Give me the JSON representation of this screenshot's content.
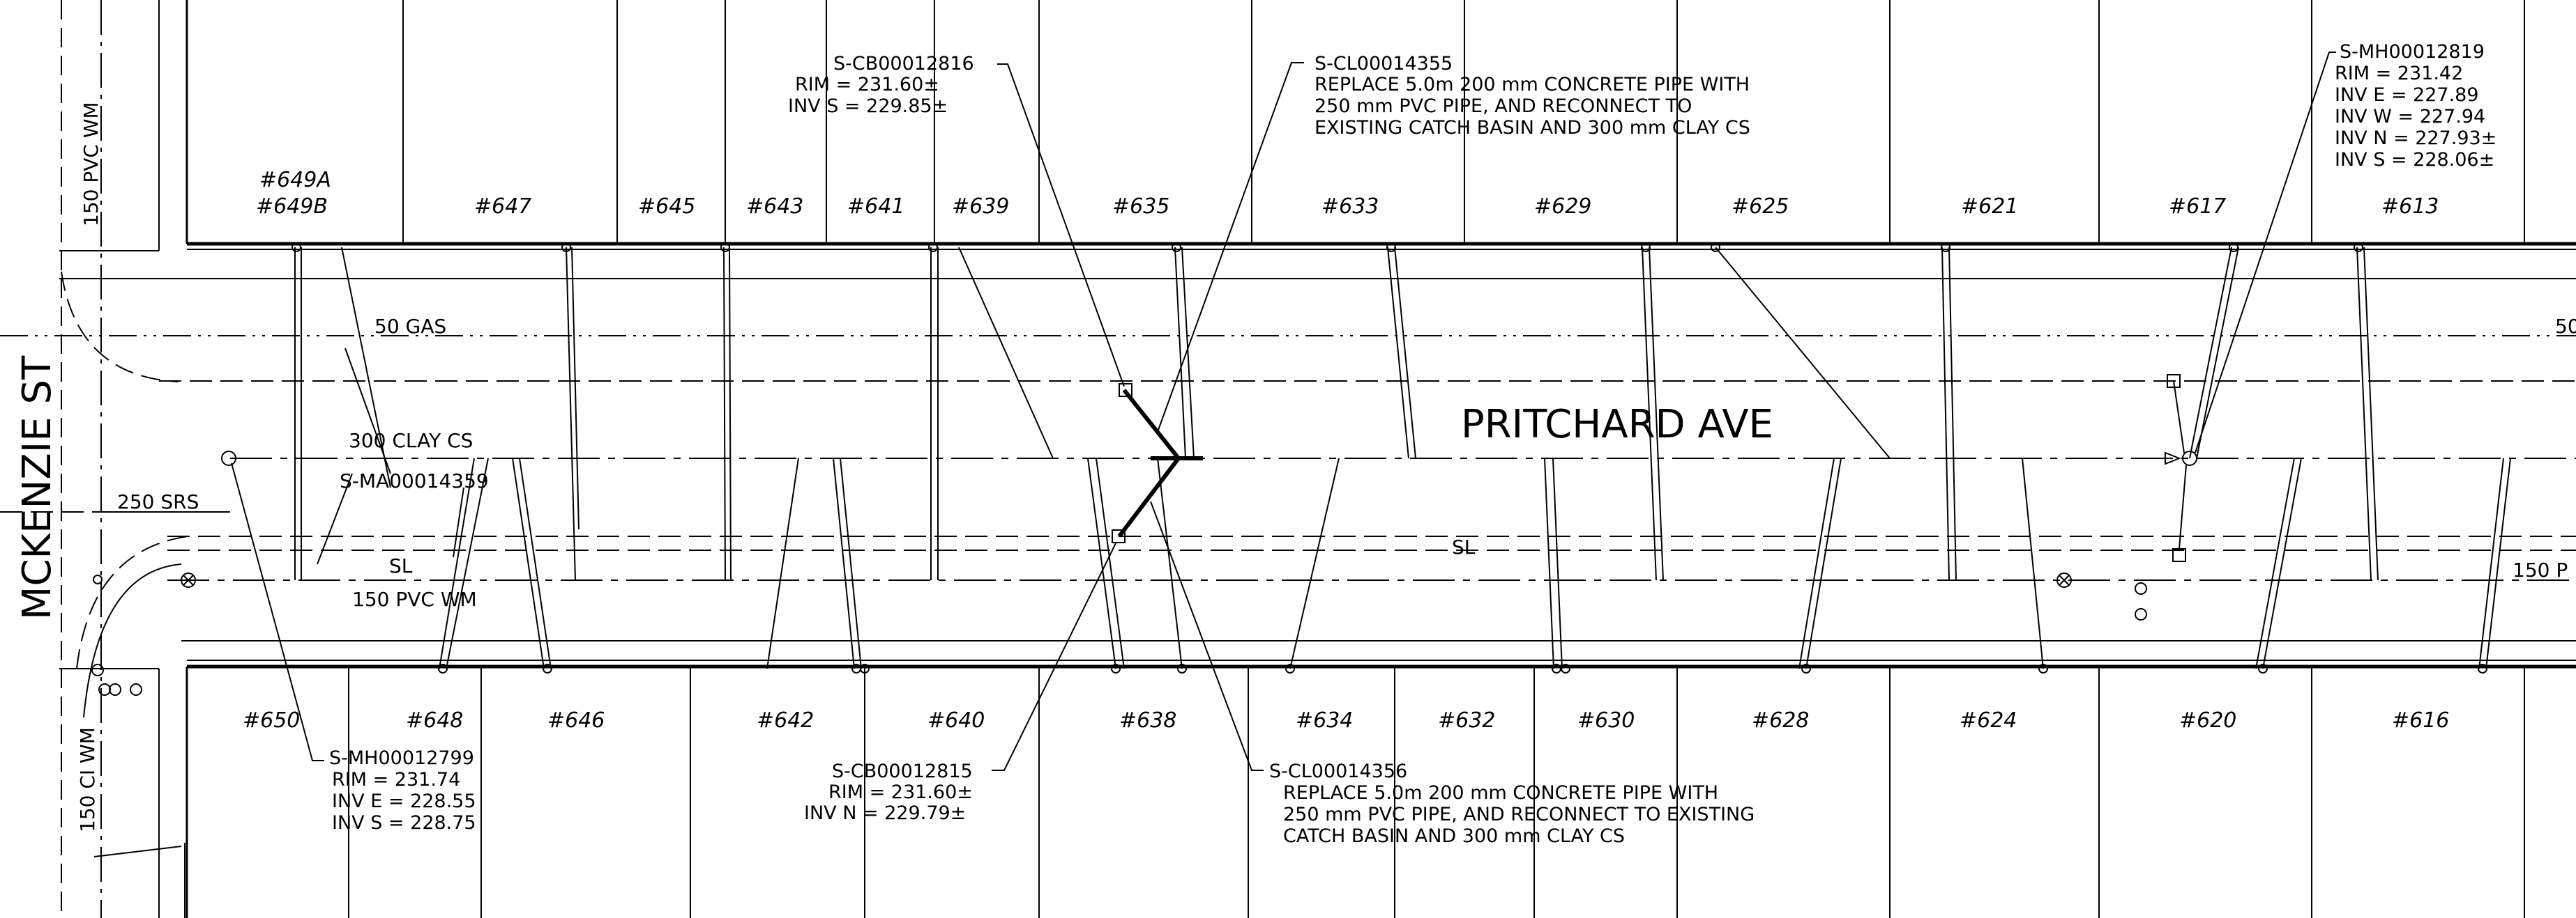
{
  "streets": {
    "cross_street": "MCKENZIE ST",
    "main_street": "PRITCHARD AVE"
  },
  "utility_labels": {
    "wm_150_pvc_cross": "150 PVC WM",
    "cs_300_clay": "300 CLAY CS",
    "gas_50": "50 GAS",
    "gas_50_right": "50",
    "ma_id": "S-MA00014359",
    "srs_250": "250 SRS",
    "sl_left": "SL",
    "sl_mid": "SL",
    "wm_150_pvc": "150 PVC WM",
    "wm_150_pvc_right": "150 P",
    "wm_150_ci": "150 CI WM"
  },
  "north_lots": [
    "#649A",
    "#649B",
    "#647",
    "#645",
    "#643",
    "#641",
    "#639",
    "#635",
    "#633",
    "#629",
    "#625",
    "#621",
    "#617",
    "#613"
  ],
  "south_lots": [
    "#650",
    "#648",
    "#646",
    "#642",
    "#640",
    "#638",
    "#634",
    "#632",
    "#630",
    "#628",
    "#624",
    "#620",
    "#616"
  ],
  "callouts": {
    "cb_12816": [
      "S-CB00012816",
      "RIM = 231.60±",
      "INV S = 229.85±"
    ],
    "cl_14355": [
      "S-CL00014355",
      "REPLACE 5.0m 200 mm CONCRETE PIPE WITH",
      "250 mm PVC PIPE, AND RECONNECT TO",
      "EXISTING CATCH BASIN AND 300 mm CLAY CS"
    ],
    "mh_12819": [
      "S-MH00012819",
      "RIM = 231.42",
      "INV E = 227.89",
      "INV W = 227.94",
      "INV N = 227.93±",
      "INV S = 228.06±"
    ],
    "mh_12799": [
      "S-MH00012799",
      "RIM = 231.74",
      "INV E = 228.55",
      "INV S = 228.75"
    ],
    "cb_12815": [
      "S-CB00012815",
      "RIM = 231.60±",
      "INV N = 229.79±"
    ],
    "cl_14356": [
      "S-CL00014356",
      "REPLACE 5.0m 200 mm CONCRETE PIPE WITH",
      "250 mm PVC PIPE, AND RECONNECT TO EXISTING",
      "CATCH BASIN AND 300 mm CLAY CS"
    ]
  },
  "colors": {
    "line": "#000000",
    "background": "#ffffff"
  }
}
